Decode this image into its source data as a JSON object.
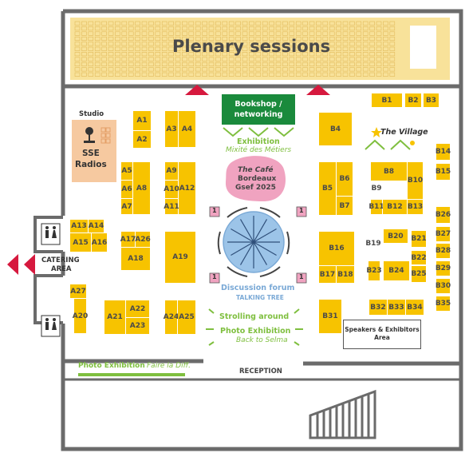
{
  "plenary": {
    "label": "Plenary sessions"
  },
  "bookshop": {
    "line1": "Bookshop /",
    "line2": "networking"
  },
  "exhibition_metiers": {
    "title": "Exhibition",
    "subtitle": "Mixité des Métiers"
  },
  "studio": {
    "label": "Studio",
    "line1": "SSE",
    "line2": "Radios"
  },
  "cafe": {
    "line1": "The Café",
    "line2": "Bordeaux",
    "line3": "Gsef 2025"
  },
  "village": {
    "label": "The Village"
  },
  "forum": {
    "title": "Discussion forum",
    "subtitle": "TALKING TREE",
    "seat_label": "1"
  },
  "strolling": {
    "label": "Strolling around"
  },
  "photo_selma": {
    "title": "Photo Exhibition",
    "subtitle": "Back to Selma"
  },
  "photo_diff": {
    "title": "Photo Exhibition",
    "subtitle": "Faire la Diff."
  },
  "catering": {
    "line1": "CATERING",
    "line2": "AREA"
  },
  "reception": {
    "label": "RECEPTION"
  },
  "speakers": {
    "line1": "Speakers & Exhibitors",
    "line2": "Area"
  },
  "booths": {
    "A1": "A1",
    "A2": "A2",
    "A3": "A3",
    "A4": "A4",
    "A5": "A5",
    "A6": "A6",
    "A7": "A7",
    "A8": "A8",
    "A9": "A9",
    "A10": "A10",
    "A11": "A11",
    "A12": "A12",
    "A13": "A13",
    "A14": "A14",
    "A15": "A15",
    "A16": "A16",
    "A17": "A17",
    "A18": "A18",
    "A19": "A19",
    "A20": "A20",
    "A21": "A21",
    "A22": "A22",
    "A23": "A23",
    "A24": "A24",
    "A25": "A25",
    "A26": "A26",
    "A27": "A27",
    "B1": "B1",
    "B2": "B2",
    "B3": "B3",
    "B4": "B4",
    "B5": "B5",
    "B6": "B6",
    "B7": "B7",
    "B8": "B8",
    "B9": "B9",
    "B10": "B10",
    "B11": "B11",
    "B12": "B12",
    "B13": "B13",
    "B14": "B14",
    "B15": "B15",
    "B16": "B16",
    "B17": "B17",
    "B18": "B18",
    "B19": "B19",
    "B20": "B20",
    "B21": "B21",
    "B22": "B22",
    "B23": "B23",
    "B24": "B24",
    "B25": "B25",
    "B26": "B26",
    "B27": "B27",
    "B28": "B28",
    "B29": "B29",
    "B30": "B30",
    "B31": "B31",
    "B32": "B32",
    "B33": "B33",
    "B34": "B34",
    "B35": "B35"
  },
  "colors": {
    "booth": "#f7c300",
    "plenary": "#f8e29a",
    "bookshop": "#1a8a3c",
    "accent_green": "#7fbf3f",
    "cafe": "#f0a3c0",
    "forum": "#9cc4e8",
    "arrow_red": "#d6193e",
    "wall": "#6b6b6b"
  }
}
